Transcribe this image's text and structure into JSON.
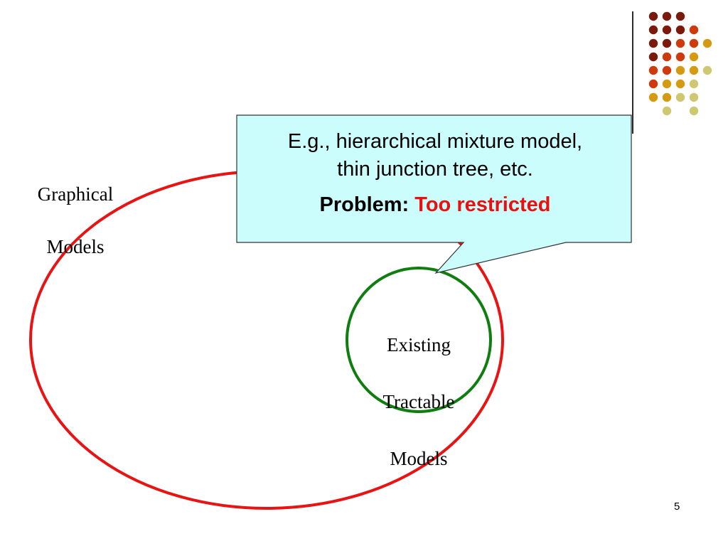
{
  "diagram": {
    "outer_set_label": [
      "Graphical",
      "Models"
    ],
    "inner_set_label": [
      "Existing",
      "Tractable",
      "Models"
    ],
    "callout": {
      "line1": "E.g., hierarchical mixture model,",
      "line2": "thin junction tree, etc.",
      "problem_label": "Problem:",
      "problem_value": "Too restricted"
    }
  },
  "colors": {
    "outer_ellipse": "#e81414",
    "inner_circle": "#0f7d0f",
    "callout_fill": "#ccfdfd",
    "callout_stroke": "#333333",
    "problem_value": "#e81010"
  },
  "decor": {
    "dot_colors": {
      "dark": "#7a1a0c",
      "red": "#cc3a0e",
      "gold": "#d49a12",
      "pale": "#cfc873"
    }
  },
  "page_number": "5"
}
